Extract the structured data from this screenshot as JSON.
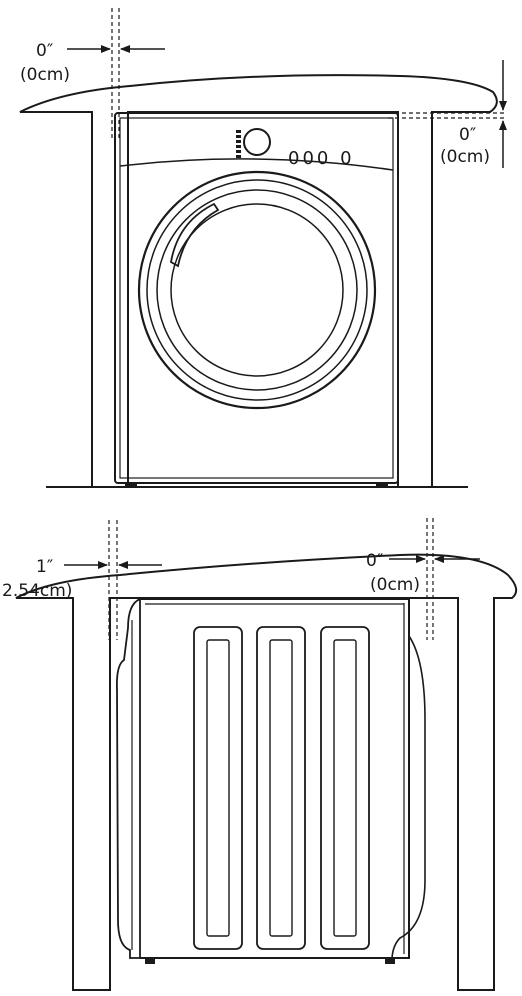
{
  "front_view": {
    "side_clearance": {
      "inches": "0″",
      "cm": "(0cm)"
    },
    "top_clearance": {
      "inches": "0″",
      "cm": "(0cm)"
    },
    "dial_readout": "000 0"
  },
  "side_view": {
    "front_clearance": {
      "inches": "1″",
      "cm": "2.54cm)"
    },
    "rear_clearance": {
      "inches": "0″",
      "cm": "(0cm)"
    }
  },
  "colors": {
    "line": "#1a1a1a",
    "background": "#ffffff"
  }
}
